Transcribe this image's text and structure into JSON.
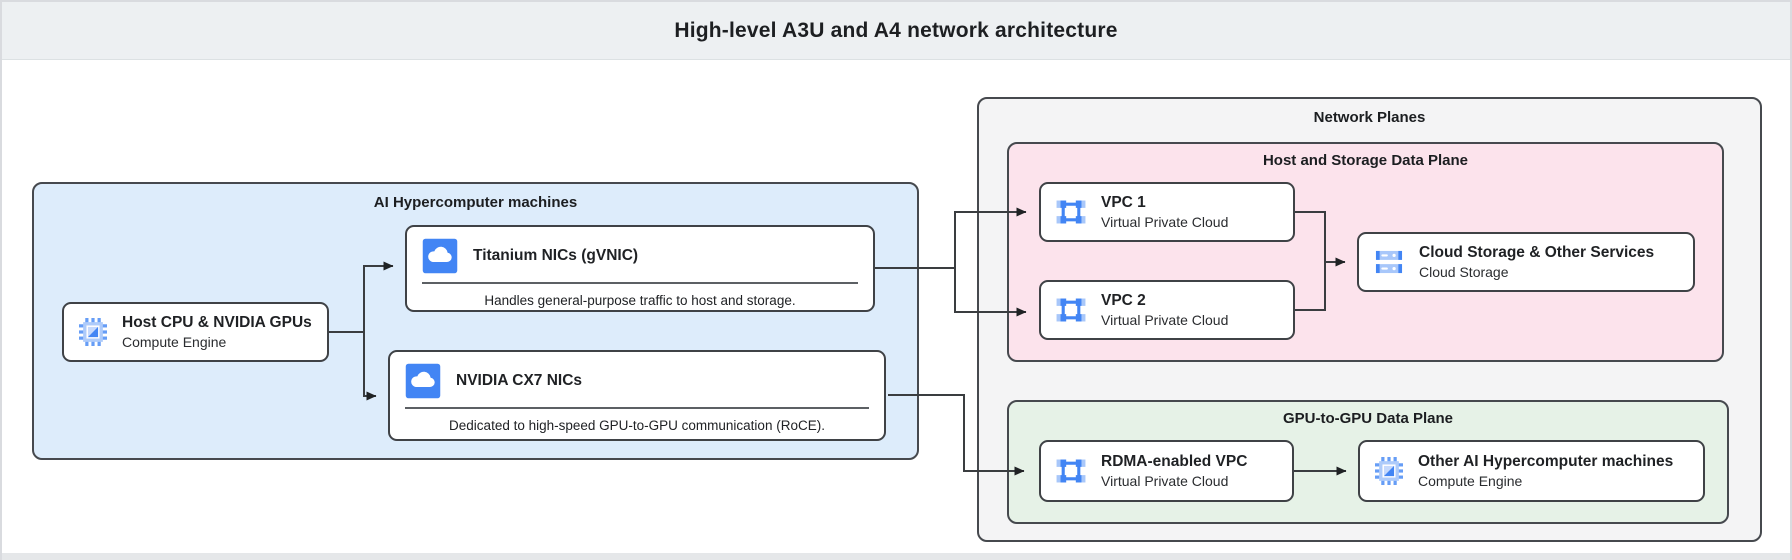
{
  "header": {
    "title": "High-level A3U and A4 network architecture"
  },
  "groups": {
    "ai_machines": {
      "label": "AI Hypercomputer machines"
    },
    "network_planes": {
      "label": "Network Planes"
    },
    "host_storage_plane": {
      "label": "Host and Storage Data Plane"
    },
    "gpu_plane": {
      "label": "GPU-to-GPU Data Plane"
    }
  },
  "nodes": {
    "host_cpu": {
      "title": "Host CPU & NVIDIA GPUs",
      "subtitle": "Compute Engine",
      "icon": "compute-engine-icon"
    },
    "titanium_nics": {
      "title": "Titanium NICs (gVNIC)",
      "description": "Handles general-purpose traffic to host and storage.",
      "icon": "cloud-icon"
    },
    "cx7_nics": {
      "title": "NVIDIA CX7 NICs",
      "description": "Dedicated to high-speed GPU-to-GPU communication (RoCE).",
      "icon": "cloud-icon"
    },
    "vpc_1": {
      "title": "VPC 1",
      "subtitle": "Virtual Private Cloud",
      "icon": "vpc-icon"
    },
    "vpc_2": {
      "title": "VPC 2",
      "subtitle": "Virtual Private Cloud",
      "icon": "vpc-icon"
    },
    "cloud_storage": {
      "title": "Cloud Storage & Other Services",
      "subtitle": "Cloud Storage",
      "icon": "cloud-storage-icon"
    },
    "rdma_vpc": {
      "title": "RDMA-enabled VPC",
      "subtitle": "Virtual Private Cloud",
      "icon": "vpc-icon"
    },
    "other_machines": {
      "title": "Other AI Hypercomputer machines",
      "subtitle": "Compute Engine",
      "icon": "compute-engine-icon"
    }
  },
  "colors": {
    "accent_blue": "#4285f4",
    "accent_blue_light": "#a8c7fa",
    "machines_bg": "#ddecfb",
    "host_storage_plane_bg": "#fce3ec",
    "gpu_plane_bg": "#e6f2e7",
    "network_planes_bg": "#f4f4f5",
    "header_bg": "#edf0f2",
    "connector": "#3a3d40"
  }
}
